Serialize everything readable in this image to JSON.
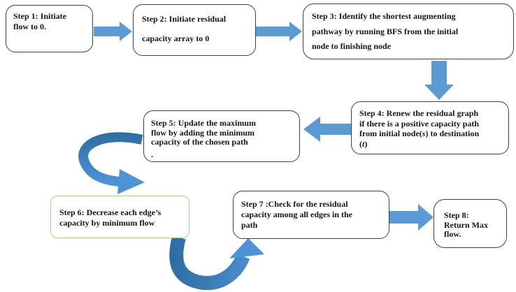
{
  "diagram": {
    "colors": {
      "arrow": "#5B9BD5",
      "curve_dark": "#2E6DA4",
      "curve_light": "#4E93D6",
      "box_border": "#3f3f3f",
      "step6_border": "#A9D18E",
      "text": "#161616"
    },
    "steps": {
      "step1": {
        "lines": [
          "Step  1:  Initiate",
          "flow to 0."
        ]
      },
      "step2": {
        "lines": [
          "Step 2: Initiate residual",
          "capacity array to 0"
        ]
      },
      "step3": {
        "lines": [
          "Step 3: Identify the shortest augmenting",
          "pathway by  running BFS from the initial",
          "node to finishing node"
        ]
      },
      "step4": {
        "line1": "Step 4: Renew the residual graph",
        "line2": "if there is a positive capacity path",
        "line3_pre": "from initial node(",
        "line3_italic": "s",
        "line3_post": ") to destination",
        "line4_pre": "(",
        "line4_italic": "t",
        "line4_post": ")"
      },
      "step5": {
        "lines": [
          "Step 5: Update the maximum",
          "flow by adding the minimum",
          "capacity of the chosen path"
        ],
        "trailing": "."
      },
      "step6": {
        "lines": [
          "Step 6:  Decrease each edge’s",
          "capacity by minimum flow"
        ]
      },
      "step7": {
        "lines": [
          "Step 7 :Check for the residual",
          "capacity among all edges in the",
          "path"
        ]
      },
      "step8": {
        "lines": [
          "Step 8:",
          "Return Max",
          "flow."
        ]
      }
    }
  }
}
